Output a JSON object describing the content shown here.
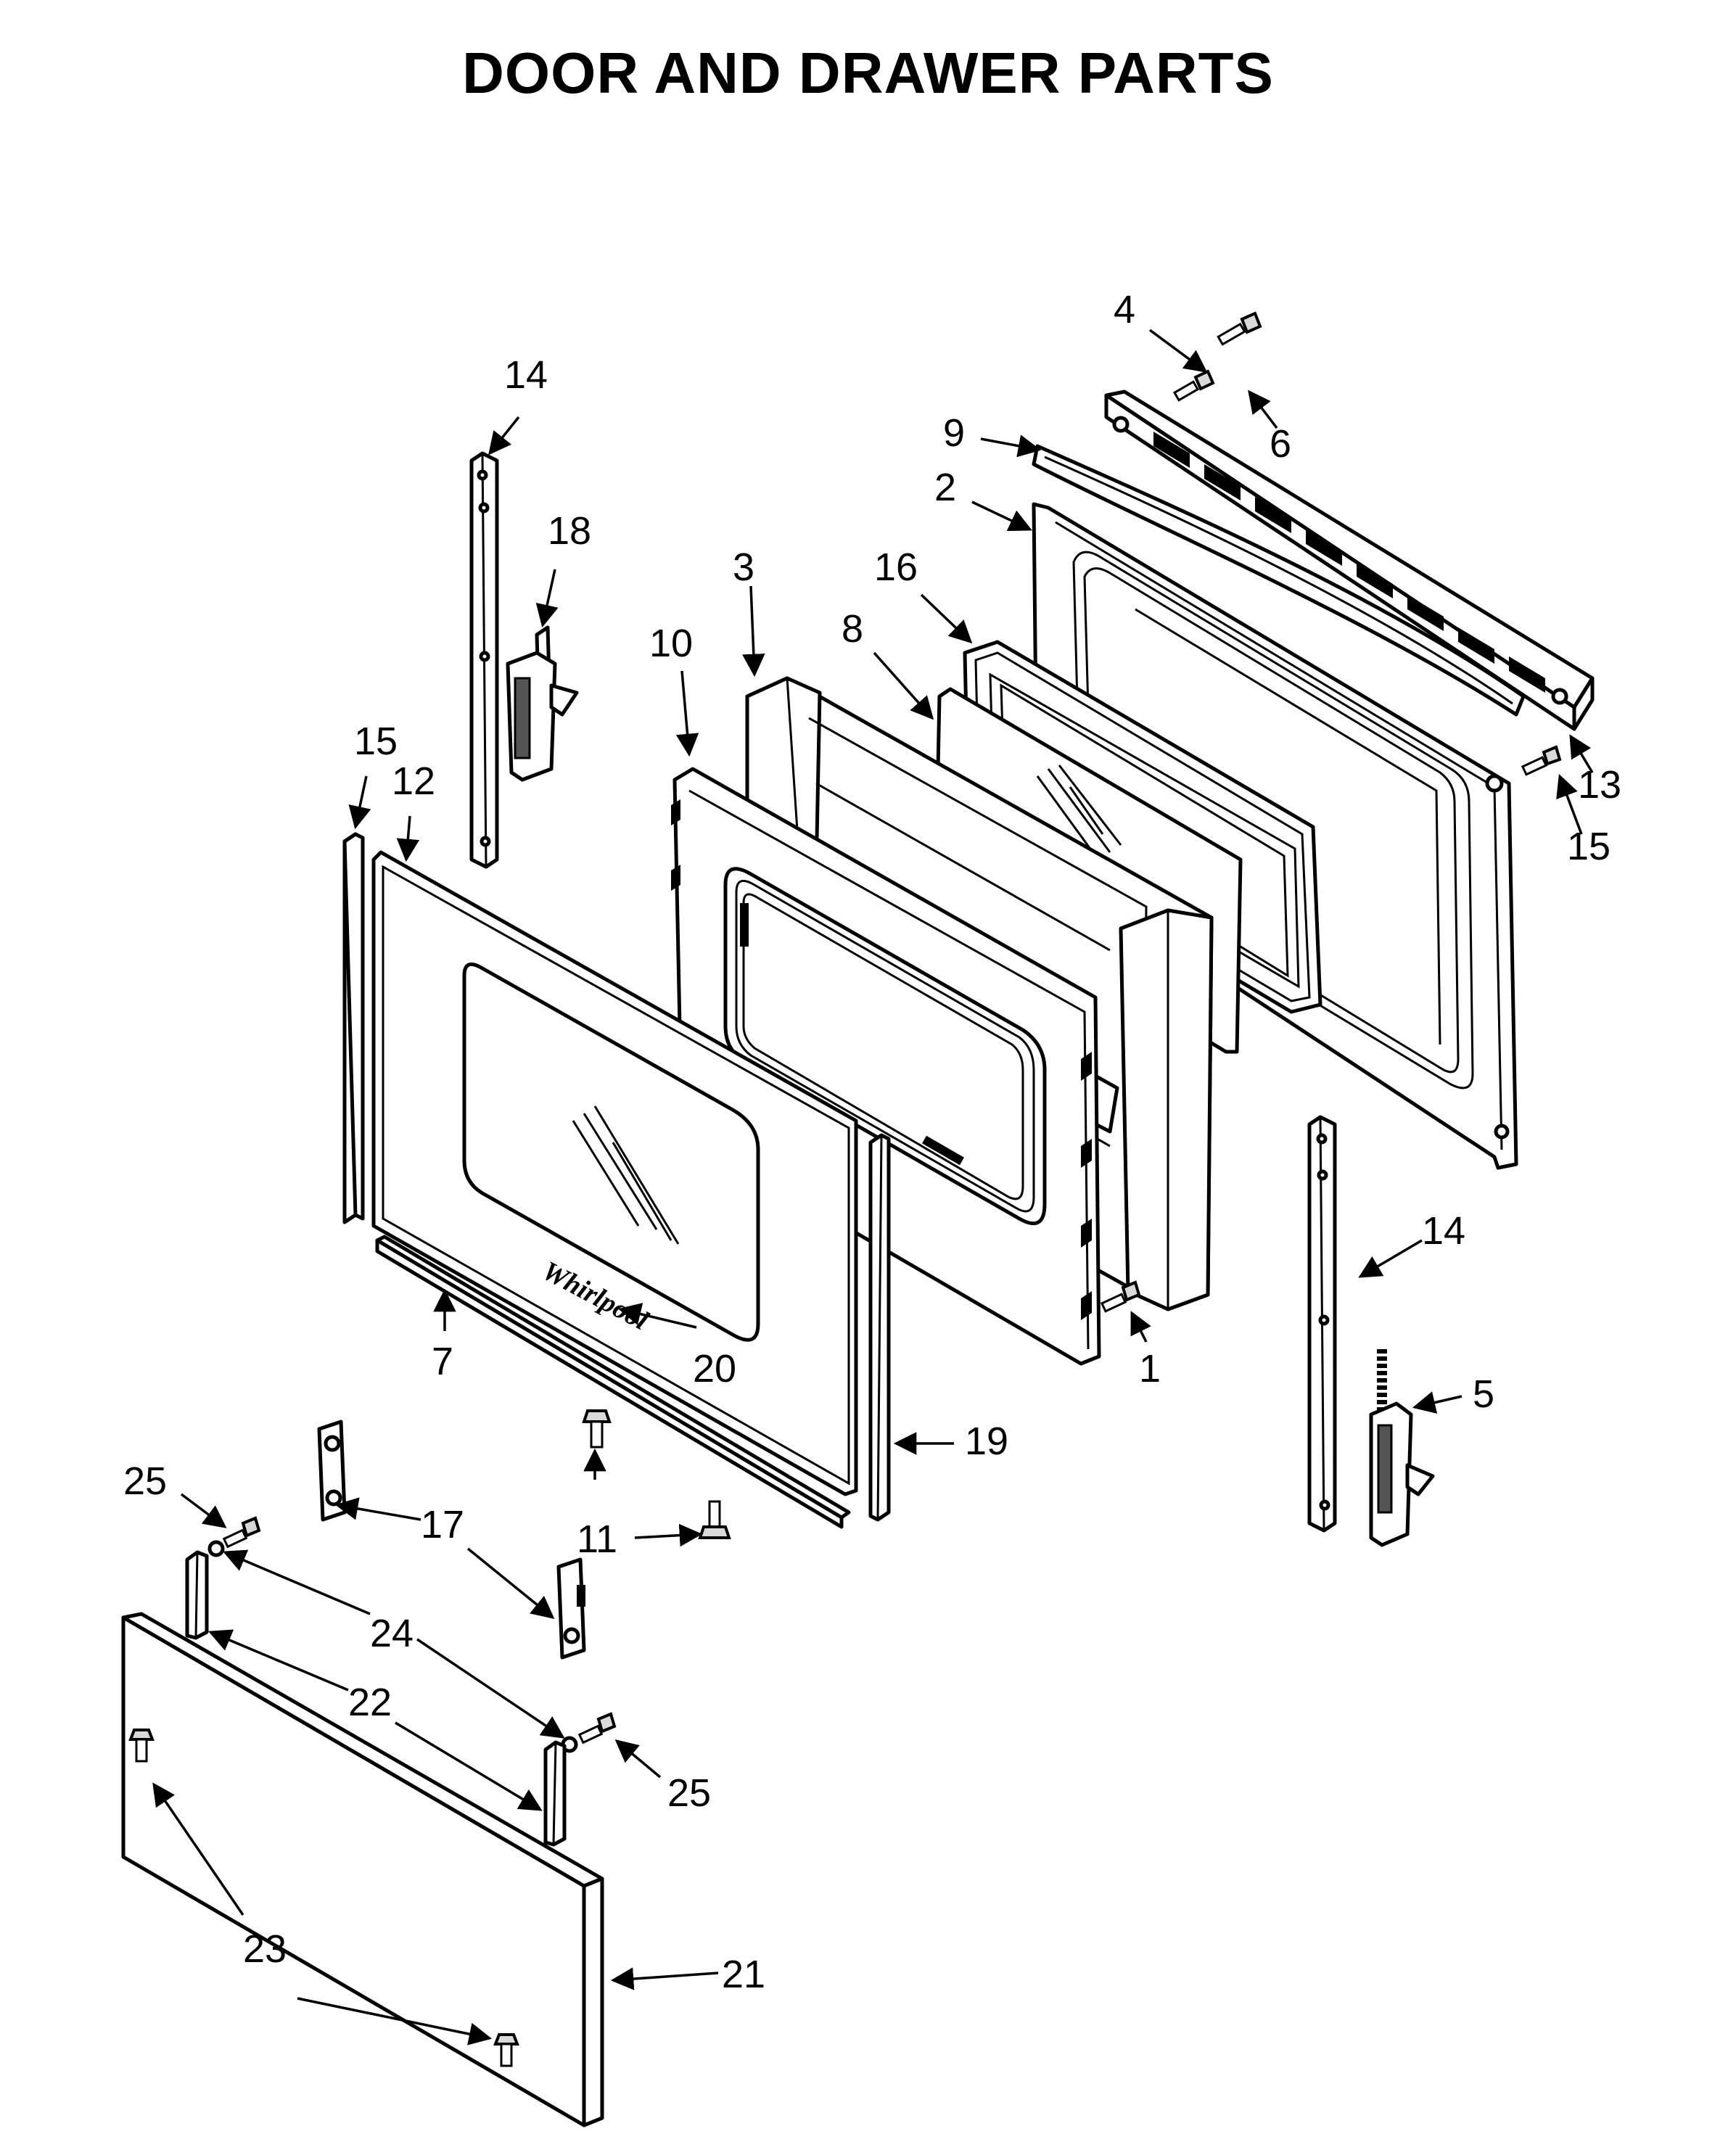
{
  "title": "DOOR AND DRAWER PARTS",
  "callouts": {
    "c1": "1",
    "c2": "2",
    "c3": "3",
    "c4": "4",
    "c5": "5",
    "c6": "6",
    "c7": "7",
    "c8": "8",
    "c9": "9",
    "c10": "10",
    "c11": "11",
    "c12": "12",
    "c13": "13",
    "c14a": "14",
    "c14b": "14",
    "c15a": "15",
    "c15b": "15",
    "c16": "16",
    "c17": "17",
    "c18": "18",
    "c19": "19",
    "c20": "20",
    "c21": "21",
    "c22": "22",
    "c23": "23",
    "c24": "24",
    "c25a": "25",
    "c25b": "25"
  },
  "logo_text": "Whirlpool"
}
